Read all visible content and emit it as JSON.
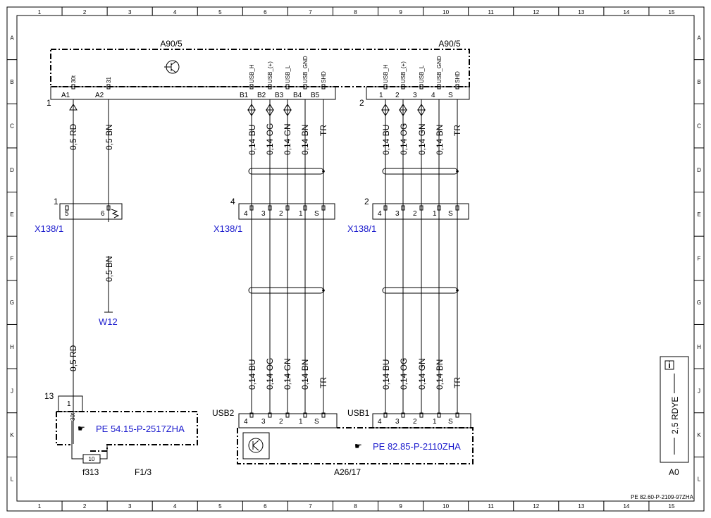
{
  "grid": {
    "columns": [
      "1",
      "2",
      "3",
      "4",
      "5",
      "6",
      "7",
      "8",
      "9",
      "10",
      "11",
      "12",
      "13",
      "14",
      "15"
    ],
    "rows": [
      "A",
      "B",
      "C",
      "D",
      "E",
      "F",
      "G",
      "H",
      "J",
      "K",
      "L"
    ]
  },
  "footer_code": "PE 82.60-P-2109-97ZHA",
  "module_a90": {
    "name_left": "A90/5",
    "name_right": "A90/5",
    "connector1": {
      "number": "1",
      "pins": [
        "A1",
        "A2",
        "B1",
        "B2",
        "B3",
        "B4",
        "B5"
      ],
      "signals": [
        "30t",
        "31",
        "USB_H",
        "USB_(+)",
        "USB_L",
        "USB_GND",
        "SHD"
      ]
    },
    "connector2": {
      "number": "2",
      "pins": [
        "1",
        "2",
        "3",
        "4",
        "S"
      ],
      "signals": [
        "USB_H",
        "USB_(+)",
        "USB_L",
        "USB_GND",
        "SHD"
      ]
    }
  },
  "wires_top_left": [
    "0,5 RD",
    "0,5 BN"
  ],
  "wires_usb2": [
    "0,14 BU",
    "0,14 OG",
    "0,14 GN",
    "0,14 BN",
    "TR"
  ],
  "wires_usb1": [
    "0,14 BU",
    "0,14 OG",
    "0,14 GN",
    "0,14 BN",
    "TR"
  ],
  "x138_left": {
    "name": "X138/1",
    "number": "1",
    "pins": [
      "5",
      "6"
    ]
  },
  "x138_mid": {
    "name": "X138/1",
    "number": "4",
    "pins": [
      "4",
      "3",
      "2",
      "1",
      "S"
    ]
  },
  "x138_right": {
    "name": "X138/1",
    "number": "2",
    "pins": [
      "4",
      "3",
      "2",
      "1",
      "S"
    ]
  },
  "wire_bn_lower": "0,5 BN",
  "ground_w12": "W12",
  "wire_rd_lower": "0,5 RD",
  "f1": {
    "number": "13",
    "pin": "1",
    "signal": "30t",
    "reference": "PE 54.15-P-2517ZHA",
    "fuse_value": "10",
    "fuse_name": "f313",
    "name": "F1/3"
  },
  "a26": {
    "usb2_label": "USB2",
    "usb1_label": "USB1",
    "usb2_pins": [
      "4",
      "3",
      "2",
      "1",
      "S"
    ],
    "usb1_pins": [
      "4",
      "3",
      "2",
      "1",
      "S"
    ],
    "reference": "PE 82.85-P-2110ZHA",
    "name": "A26/17"
  },
  "a0": {
    "info_glyph": "i",
    "wire_label": "2,5 RDYE",
    "name": "A0"
  },
  "icons": [
    "transistor-icon",
    "speaker-icon",
    "pointing-hand-icon",
    "info-icon"
  ]
}
